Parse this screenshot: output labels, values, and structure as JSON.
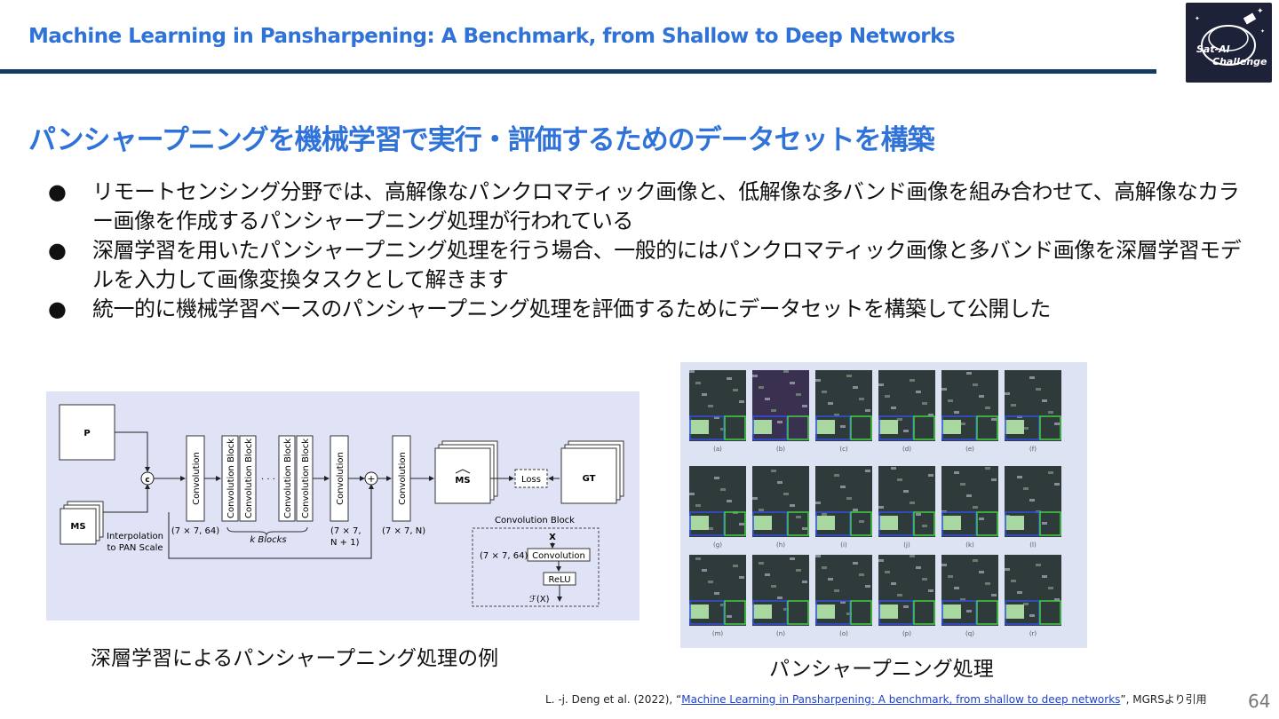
{
  "header": {
    "title": "Machine Learning in Pansharpening: A Benchmark, from Shallow to Deep Networks",
    "logo_text_1": "Sat-AI",
    "logo_text_2": "Challenge"
  },
  "slide": {
    "heading": "パンシャープニングを機械学習で実行・評価するためのデータセットを構築",
    "bullets": [
      "リモートセンシング分野では、高解像なパンクロマティック画像と、低解像な多バンド画像を組み合わせて、高解像なカラー画像を作成するパンシャープニング処理が行われている",
      "深層学習を用いたパンシャープニング処理を行う場合、一般的にはパンクロマティック画像と多バンド画像を深層学習モデルを入力して画像変換タスクとして解きます",
      "統一的に機械学習ベースのパンシャープニング処理を評価するためにデータセットを構築して公開した"
    ],
    "bullet_marker": "●"
  },
  "diagram": {
    "p_label": "P",
    "ms_label": "MS",
    "concat_symbol": "c",
    "plus_symbol": "+",
    "interp_line1": "Interpolation",
    "interp_line2": "to PAN Scale",
    "conv_label": "Convolution",
    "conv_block_label": "Convolution Block",
    "dots": "· · ·",
    "conv1_spec": "(7 × 7, 64)",
    "k_blocks": "k Blocks",
    "conv2_spec_1": "(7 × 7,",
    "conv2_spec_2": "N + 1)",
    "conv3_spec": "(7 × 7, N)",
    "ms_hat": "MS",
    "loss": "Loss",
    "gt": "GT",
    "block_title": "Convolution Block",
    "block_x": "X",
    "block_spec": "(7 × 7, 64)",
    "block_conv": "Convolution",
    "block_relu": "ReLU",
    "block_fx": "ℱ(X)"
  },
  "captions": {
    "left": "深層学習によるパンシャープニング処理の例",
    "right": "パンシャープニング処理"
  },
  "samples": {
    "labels": [
      "(a)",
      "(b)",
      "(c)",
      "(d)",
      "(e)",
      "(f)",
      "(g)",
      "(h)",
      "(i)",
      "(j)",
      "(k)",
      "(l)",
      "(m)",
      "(n)",
      "(o)",
      "(p)",
      "(q)",
      "(r)"
    ]
  },
  "citation": {
    "prefix": "L. -j. Deng  et al. (2022), “",
    "link_text": "Machine Learning in Pansharpening: A benchmark, from shallow to deep networks",
    "suffix": "”, MGRSより引用"
  },
  "page_number": "64",
  "colors": {
    "accent": "#2f72d8",
    "rule": "#123a63",
    "diagram_bg": "#dfe3f5",
    "logo_bg": "#1e2238"
  }
}
